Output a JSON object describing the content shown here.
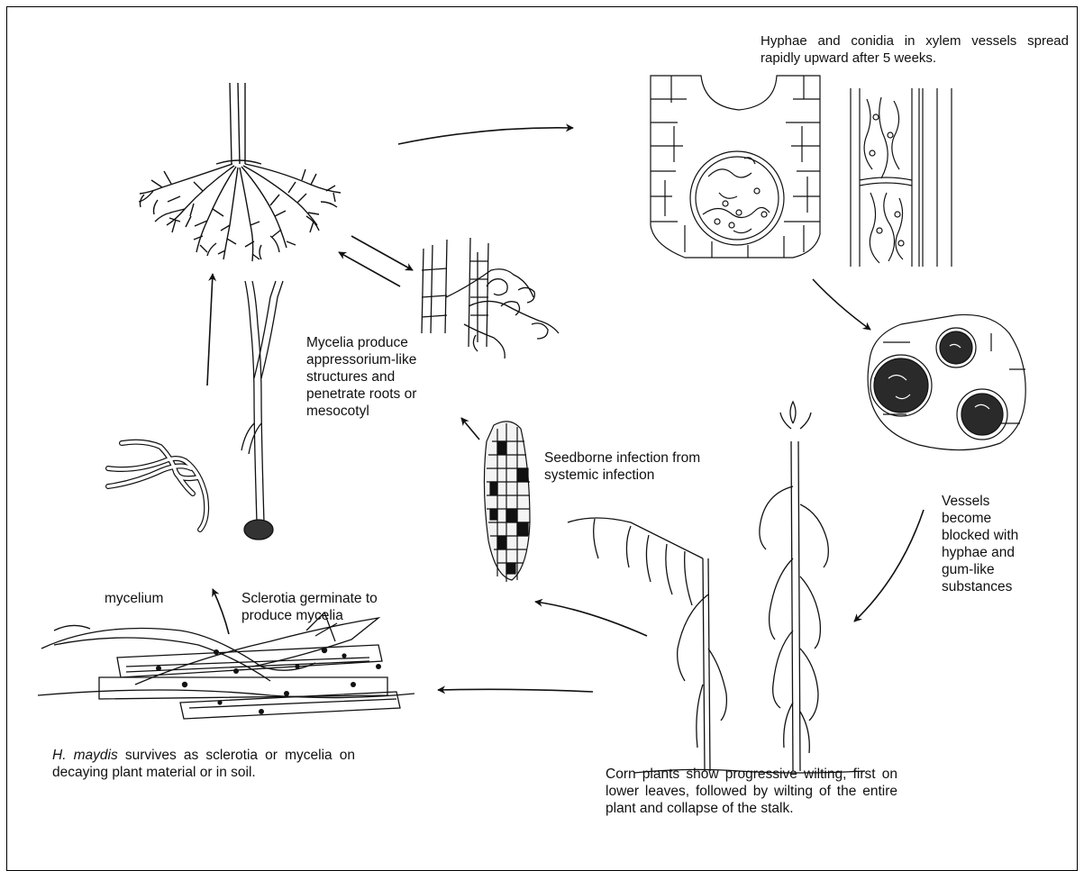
{
  "labels": {
    "xylem_spread": "Hyphae and conidia in xylem vessels spread rapidly upward after 5 weeks.",
    "appressoria": "Mycelia produce appressorium-like structures and penetrate roots or mesocotyl",
    "seedborne": "Seedborne infection from systemic infection",
    "vessels_blocked": "Vessels become blocked with hyphae and gum-like substances",
    "mycelium": "mycelium",
    "sclerotia_germinate": "Sclerotia germinate to produce mycelia",
    "survival_species": "H. maydis",
    "survival_rest": " survives as sclerotia or mycelia on decaying plant material or in soil.",
    "wilting": "Corn plants show progressive wilting, first on lower leaves, followed by wilting of the entire plant and collapse of the stalk."
  },
  "colors": {
    "ink": "#111111",
    "background": "#ffffff",
    "border": "#000000"
  }
}
